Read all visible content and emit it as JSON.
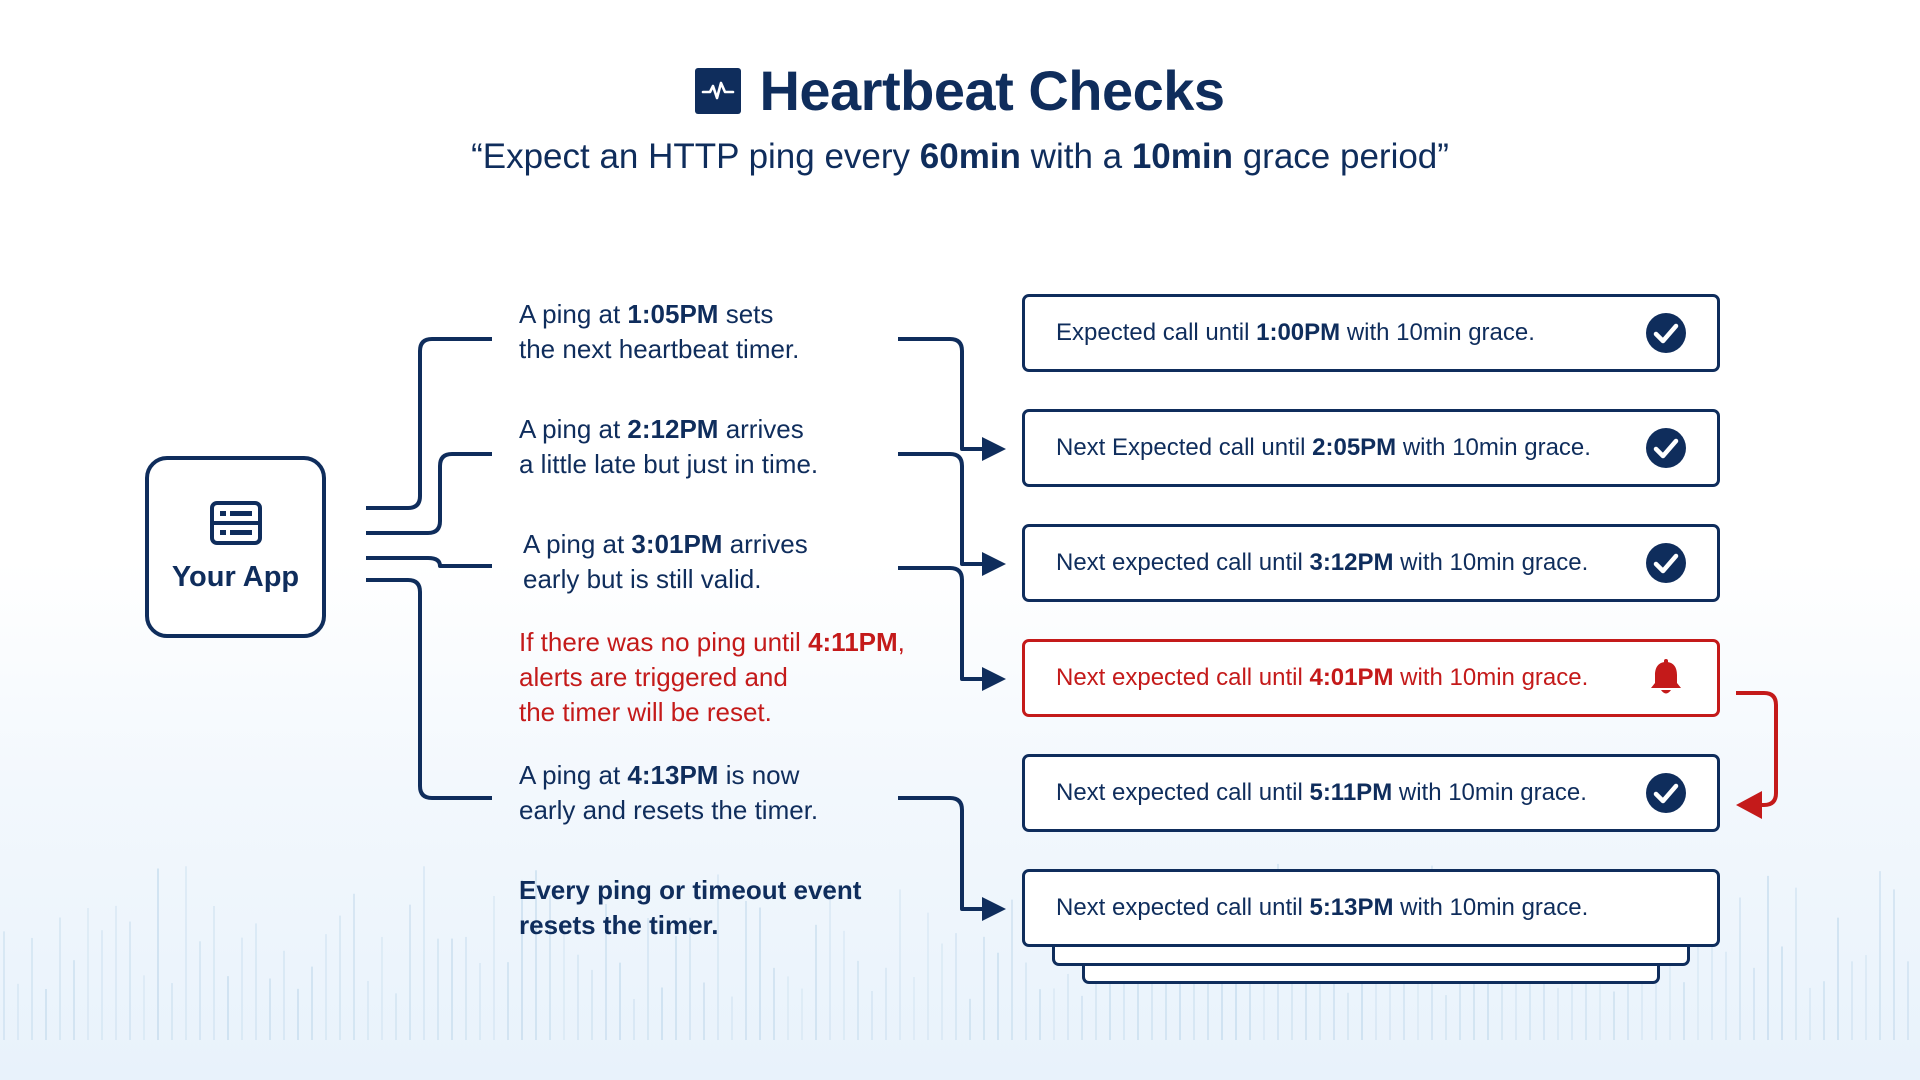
{
  "header": {
    "title": "Heartbeat Checks",
    "subtitle_parts": [
      "“Expect an HTTP ping every ",
      "60min",
      " with a ",
      "10min",
      " grace period”"
    ]
  },
  "app": {
    "label": "Your App",
    "icon": "server-icon"
  },
  "events": [
    {
      "parts": [
        "A ping at ",
        "1:05PM",
        " sets"
      ],
      "line2": "the next heartbeat timer."
    },
    {
      "parts": [
        "A ping at ",
        "2:12PM",
        " arrives"
      ],
      "line2": "a little late but just in time."
    },
    {
      "parts": [
        "A ping at ",
        "3:01PM",
        " arrives"
      ],
      "line2": "early but is still valid."
    },
    {
      "parts": [
        "If there was no ping until ",
        "4:11PM",
        ","
      ],
      "line2": "alerts are triggered and",
      "line3": "the timer will be reset."
    },
    {
      "parts": [
        "A ping at ",
        "4:13PM",
        " is now"
      ],
      "line2": "early and resets the timer."
    }
  ],
  "summary": {
    "line1": "Every ping or timeout event",
    "line2": "resets the timer."
  },
  "cards": [
    {
      "pre": "Expected call until ",
      "time": "1:00PM",
      "post": " with 10min grace.",
      "status": "check-circle-icon"
    },
    {
      "pre": "Next Expected call until ",
      "time": "2:05PM",
      "post": " with 10min grace.",
      "status": "check-circle-icon"
    },
    {
      "pre": "Next expected call until ",
      "time": "3:12PM",
      "post": " with 10min grace.",
      "status": "check-circle-icon"
    },
    {
      "pre": "Next expected call until ",
      "time": "4:01PM",
      "post": " with 10min grace.",
      "status": "bell-icon"
    },
    {
      "pre": "Next expected call until ",
      "time": "5:11PM",
      "post": " with 10min grace.",
      "status": "check-circle-icon"
    },
    {
      "pre": "Next expected call until ",
      "time": "5:13PM",
      "post": " with 10min grace.",
      "status": ""
    }
  ],
  "colors": {
    "navy": "#0f2d5c",
    "alert": "#c41a1a",
    "tick": "#bcd6ea"
  }
}
